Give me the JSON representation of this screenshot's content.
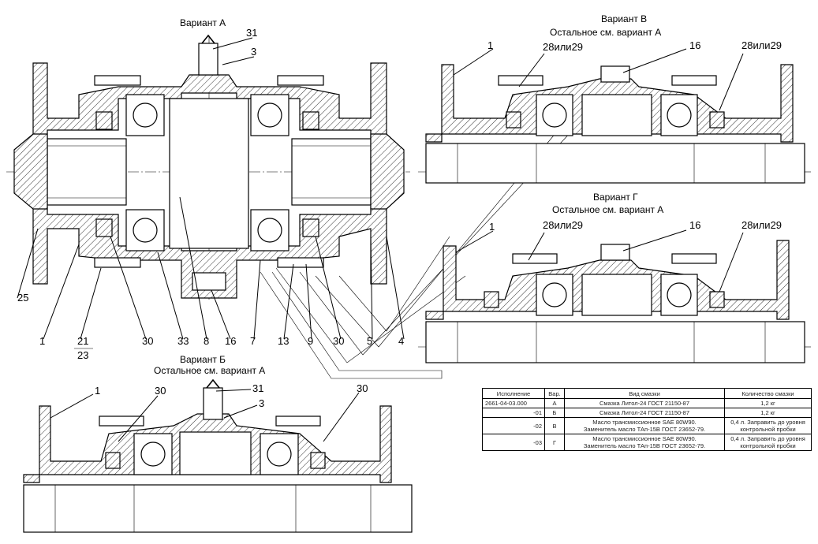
{
  "variant_titles": {
    "a": "Вариант А",
    "b_line1": "Вариант Б",
    "b_line2": "Остальное см. вариант А",
    "v_line1": "Вариант В",
    "v_line2": "Остальное см. вариант А",
    "g_line1": "Вариант Г",
    "g_line2": "Остальное см. вариант А"
  },
  "callouts_a": [
    "31",
    "3",
    "25",
    "1",
    "21",
    "23",
    "30",
    "33",
    "8",
    "16",
    "7",
    "13",
    "9",
    "30",
    "5",
    "4"
  ],
  "callouts_v": [
    "1",
    "28или29",
    "16",
    "28или29"
  ],
  "callouts_g": [
    "1",
    "28или29",
    "16",
    "28или29"
  ],
  "callouts_b": [
    "1",
    "30",
    "31",
    "3",
    "30"
  ],
  "table": {
    "headers": [
      "Исполнение",
      "Вар.",
      "Вид смазки",
      "Количество смазки"
    ],
    "rows": [
      {
        "ispolnenie": "2661-04-03.000",
        "var": "А",
        "vid": [
          "Смазка Литол-24 ГОСТ 21150-87"
        ],
        "kolichestvo": [
          "1,2 кг"
        ]
      },
      {
        "ispolnenie": "-01",
        "var": "Б",
        "vid": [
          "Смазка Литол-24 ГОСТ 21150-87"
        ],
        "kolichestvo": [
          "1,2 кг"
        ]
      },
      {
        "ispolnenie": "-02",
        "var": "В",
        "vid": [
          "Масло трансмиссионное SAE 80W90.",
          "Заменитель масло ТАп-15В ГОСТ 23652-79."
        ],
        "kolichestvo": [
          "0,4 л. Заправить до уровня",
          "контрольной пробки"
        ]
      },
      {
        "ispolnenie": "-03",
        "var": "Г",
        "vid": [
          "Масло трансмиссионное SAE 80W90.",
          "Заменитель масло ТАп-15В ГОСТ 23652-79."
        ],
        "kolichestvo": [
          "0,4 л. Заправить до уровня",
          "контрольной пробки"
        ]
      }
    ]
  }
}
